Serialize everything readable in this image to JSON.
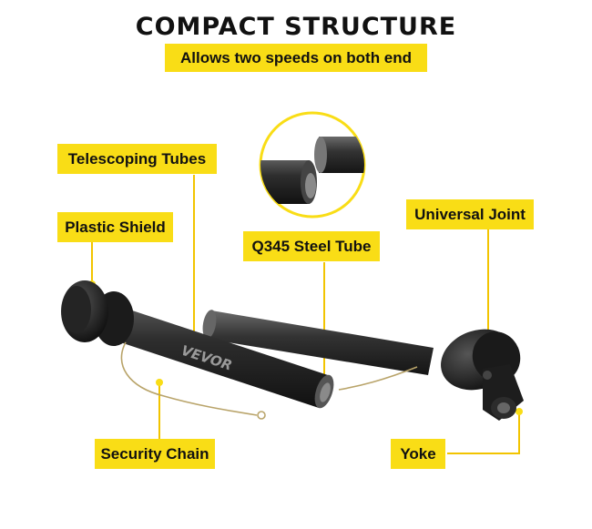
{
  "header": {
    "title": "COMPACT STRUCTURE",
    "subtitle": "Allows two speeds on both end"
  },
  "callouts": {
    "telescoping_tubes": "Telescoping Tubes",
    "plastic_shield": "Plastic Shield",
    "q345_steel_tube": "Q345 Steel Tube",
    "universal_joint": "Universal Joint",
    "security_chain": "Security Chain",
    "yoke": "Yoke"
  },
  "product": {
    "brand_mark": "VEVOR"
  },
  "colors": {
    "accent_yellow": "#f9dd16",
    "tube_dark": "#2b2b2b",
    "text_dark": "#111111"
  }
}
